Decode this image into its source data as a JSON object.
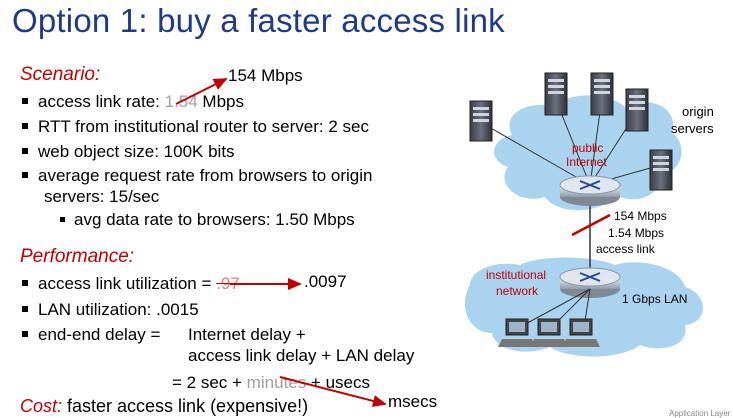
{
  "title": "Option 1: buy a faster access link",
  "scenario": {
    "heading": "Scenario:",
    "new_rate_annotation": "154 Mbps",
    "bullets": [
      {
        "pre": "access link rate: ",
        "struck": "1.54",
        "post": " Mbps"
      },
      {
        "text": "RTT from institutional router to server: 2 sec"
      },
      {
        "text": "web object size: 100K bits"
      },
      {
        "text": "average request rate from browsers to origin"
      },
      {
        "text": "servers: 15/sec"
      }
    ],
    "sub_bullet": "avg data rate to browsers: 1.50 Mbps"
  },
  "performance": {
    "heading": "Performance:",
    "utilization_pre": "access link utilization = ",
    "utilization_old": ".97",
    "utilization_new": ".0097",
    "lan_utilization": "LAN utilization: .0015",
    "delay_label": "end-end delay  =",
    "delay_line1": "Internet delay +",
    "delay_line2": "access link delay + LAN delay",
    "delay_line3_pre": "=  2 sec + ",
    "delay_line3_struck": "minutes",
    "delay_line3_post": " + usecs",
    "delay_new": "msecs"
  },
  "cost": {
    "label": "Cost:",
    "text": " faster access link (expensive!)"
  },
  "diagram": {
    "origin_servers": "origin\nservers",
    "origin_line1": "origin",
    "origin_line2": "servers",
    "public_internet_line1": "public",
    "public_internet_line2": "Internet",
    "new_speed": "154 Mbps",
    "old_speed": "1.54 Mbps",
    "access_link": "access link",
    "institutional_line1": "institutional",
    "institutional_line2": "network",
    "lan": "1 Gbps LAN"
  },
  "footer": "Application Layer",
  "colors": {
    "title": "#1f3a8a",
    "accent_red": "#c00000",
    "cloud_blue": "#a9d3ef"
  }
}
